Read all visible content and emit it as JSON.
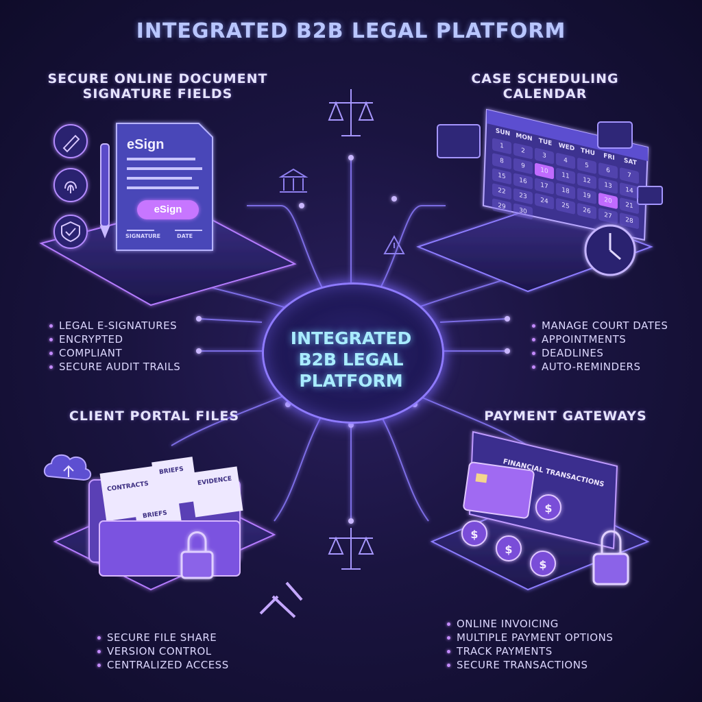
{
  "title": "INTEGRATED B2B LEGAL PLATFORM",
  "hub": {
    "line1": "INTEGRATED",
    "line2": "B2B LEGAL",
    "line3": "PLATFORM"
  },
  "sections": {
    "esign": {
      "title_line1": "SECURE ONLINE DOCUMENT",
      "title_line2": "SIGNATURE FIELDS",
      "doc_header": "eSign",
      "doc_button": "eSign",
      "signature_label": "SIGNATURE",
      "date_label": "DATE",
      "bullets": [
        "LEGAL E-SIGNATURES",
        "ENCRYPTED",
        "COMPLIANT",
        "SECURE AUDIT TRAILS"
      ]
    },
    "calendar": {
      "title_line1": "CASE SCHEDULING",
      "title_line2": "CALENDAR",
      "days": [
        "SUN",
        "MON",
        "TUE",
        "WED",
        "THU",
        "FRI",
        "SAT"
      ],
      "dates": [
        "1",
        "2",
        "3",
        "4",
        "5",
        "6",
        "7",
        "8",
        "9",
        "10",
        "11",
        "12",
        "13",
        "14",
        "15",
        "16",
        "17",
        "18",
        "19",
        "20",
        "21",
        "22",
        "23",
        "24",
        "25",
        "26",
        "27",
        "28",
        "29",
        "30"
      ],
      "bullets": [
        "MANAGE COURT DATES",
        "APPOINTMENTS",
        "DEADLINES",
        "AUTO-REMINDERS"
      ]
    },
    "portal": {
      "title": "CLIENT PORTAL FILES",
      "folders": [
        "CONTRACTS",
        "BRIEFS",
        "EVIDENCE",
        "BRIEFS"
      ],
      "bullets": [
        "SECURE FILE SHARE",
        "VERSION CONTROL",
        "CENTRALIZED ACCESS"
      ]
    },
    "payments": {
      "title": "PAYMENT GATEWAYS",
      "panel_title": "FINANCIAL TRANSACTIONS",
      "bullets": [
        "ONLINE INVOICING",
        "MULTIPLE PAYMENT OPTIONS",
        "TRACK PAYMENTS",
        "SECURE TRANSACTIONS"
      ]
    }
  },
  "icons": [
    "pen-icon",
    "fingerprint-icon",
    "shield-check-icon",
    "scales-icon",
    "courthouse-icon",
    "gavel-icon",
    "warning-icon",
    "clock-icon",
    "envelope-icon",
    "cloud-upload-icon",
    "padlock-icon",
    "dollar-coin-icon",
    "credit-card-icon",
    "gear-icon",
    "bar-chart-icon",
    "chat-icon",
    "folder-icon"
  ],
  "colors": {
    "background": "#1a1440",
    "accent_purple": "#b57bff",
    "accent_blue": "#7d8bff",
    "hub_text": "#a9ecff"
  }
}
